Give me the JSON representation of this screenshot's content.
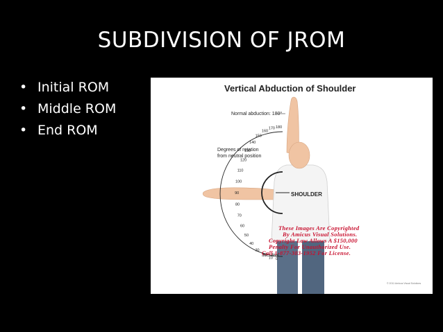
{
  "slide": {
    "title": "SUBDIVISION OF JROM",
    "bullets": [
      {
        "marker": "•",
        "text": "Initial ROM"
      },
      {
        "marker": "•",
        "text": "Middle ROM"
      },
      {
        "marker": "•",
        "text": "End ROM"
      }
    ]
  },
  "figure": {
    "title": "Vertical Abduction of Shoulder",
    "normal_label": "Normal abduction: 180°",
    "degrees_label_line1": "Degrees of rotation",
    "degrees_label_line2": "from neutral position",
    "shoulder_label": "SHOULDER",
    "neutral_label": "Neutral",
    "ticks": [
      "0",
      "10",
      "20",
      "30",
      "40",
      "50",
      "60",
      "70",
      "80",
      "90",
      "100",
      "110",
      "120",
      "130",
      "140",
      "150",
      "160",
      "170",
      "180"
    ],
    "watermark": [
      "These Images Are Copyrighted",
      "By Amicus Visual Solutions.",
      "Copyright Law Allows A $150,000",
      "Penalty For Unauthorized Use.",
      "Call 1-877-303-1952 For License."
    ],
    "credit": "© 2011 Amicus Visual Solutions"
  },
  "colors": {
    "background": "#000000",
    "text": "#ffffff",
    "watermark": "#c8102e"
  }
}
